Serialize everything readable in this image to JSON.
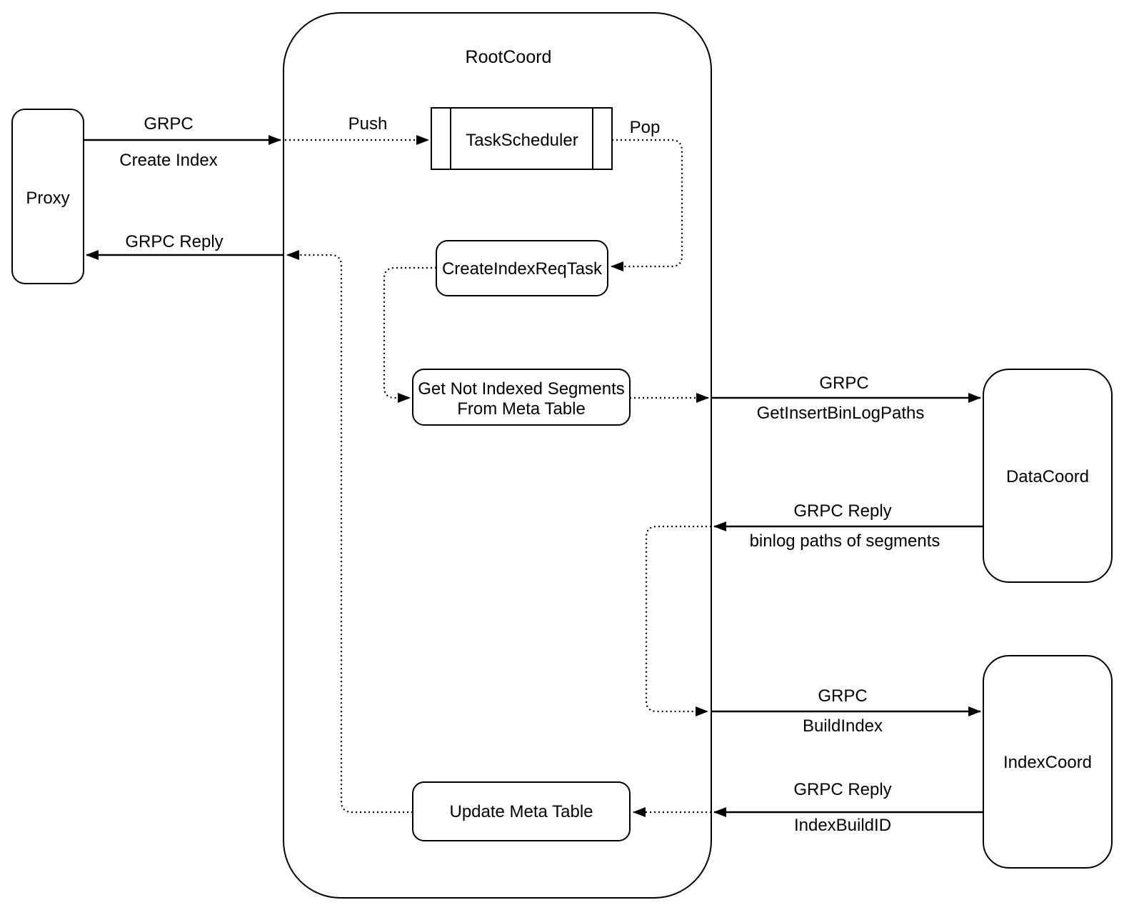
{
  "diagram": {
    "container": {
      "title": "RootCoord"
    },
    "nodes": {
      "proxy": {
        "label": "Proxy"
      },
      "task_scheduler": {
        "label": "TaskScheduler"
      },
      "create_index_req_task": {
        "label": "CreateIndexReqTask"
      },
      "get_not_indexed_segments": {
        "label_line1": "Get Not Indexed Segments",
        "label_line2": "From Meta Table"
      },
      "update_meta_table": {
        "label": "Update Meta Table"
      },
      "data_coord": {
        "label": "DataCoord"
      },
      "index_coord": {
        "label": "IndexCoord"
      }
    },
    "edges": {
      "proxy_to_rootcoord": {
        "label_top": "GRPC",
        "label_bottom": "Create Index"
      },
      "push": {
        "label": "Push"
      },
      "pop": {
        "label": "Pop"
      },
      "rootcoord_to_proxy": {
        "label": "GRPC Reply"
      },
      "rootcoord_to_datacoord": {
        "label_top": "GRPC",
        "label_bottom": "GetInsertBinLogPaths"
      },
      "datacoord_to_rootcoord": {
        "label_top": "GRPC Reply",
        "label_bottom": "binlog paths of segments"
      },
      "rootcoord_to_indexcoord": {
        "label_top": "GRPC",
        "label_bottom": "BuildIndex"
      },
      "indexcoord_to_rootcoord": {
        "label_top": "GRPC Reply",
        "label_bottom": "IndexBuildID"
      }
    },
    "colors": {
      "stroke": "#000000",
      "background": "#ffffff"
    }
  }
}
